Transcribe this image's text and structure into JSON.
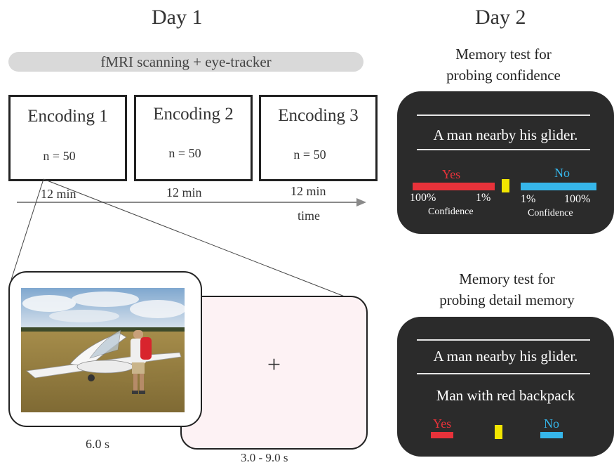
{
  "day1": {
    "title": "Day 1",
    "session_label": "fMRI scanning + eye-tracker"
  },
  "day2": {
    "title": "Day 2"
  },
  "encoding_blocks": [
    {
      "title": "Encoding 1",
      "n": "n = 50",
      "duration": "12 min"
    },
    {
      "title": "Encoding 2",
      "n": "n = 50",
      "duration": "12 min"
    },
    {
      "title": "Encoding 3",
      "n": "n = 50",
      "duration": "12 min"
    }
  ],
  "timeline": {
    "axis_label": "time"
  },
  "trial": {
    "photo_duration": "6.0 s",
    "fixation_symbol": "+",
    "fixation_duration": "3.0  - 9.0 s"
  },
  "confidence_test": {
    "heading_line1": "Memory test for",
    "heading_line2": "probing confidence",
    "sentence": "A man nearby his glider.",
    "yes_label": "Yes",
    "no_label": "No",
    "yes_scale_left": "100%",
    "yes_scale_right": "1%",
    "no_scale_left": "1%",
    "no_scale_right": "100%",
    "scale_caption": "Confidence"
  },
  "detail_test": {
    "heading_line1": "Memory test for",
    "heading_line2": "probing detail memory",
    "sentence": "A man nearby his glider.",
    "detail": "Man with red backpack",
    "yes_label": "Yes",
    "no_label": "No"
  },
  "colors": {
    "yes": "#e8323a",
    "no": "#36b6ea",
    "marker": "#f2e600",
    "panel": "#2b2b2b"
  }
}
